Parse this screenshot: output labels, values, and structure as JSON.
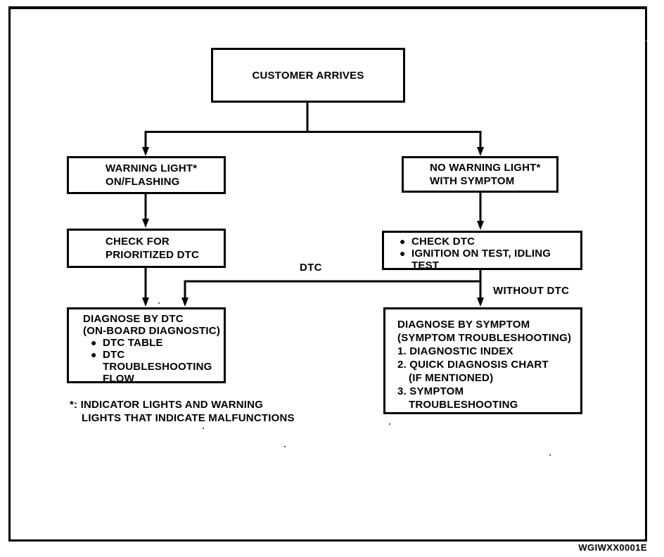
{
  "colors": {
    "ink": "#000000",
    "paper": "#ffffff"
  },
  "bullet_glyph": "●",
  "figure_code": "WGIWXX0001E",
  "edge_labels": {
    "dtc": "DTC",
    "without_dtc": "WITHOUT DTC"
  },
  "footnote": {
    "line1": "*: INDICATOR LIGHTS AND WARNING",
    "line2": "LIGHTS THAT INDICATE MALFUNCTIONS"
  },
  "nodes": {
    "customer_arrives": {
      "title": "CUSTOMER ARRIVES"
    },
    "warning_light": {
      "line1": "WARNING LIGHT*",
      "line2": "ON/FLASHING"
    },
    "no_warning_light": {
      "line1": "NO WARNING LIGHT*",
      "line2": "WITH SYMPTOM"
    },
    "check_prioritized_dtc": {
      "line1": "CHECK FOR",
      "line2": "PRIORITIZED DTC"
    },
    "check_dtc_tests": {
      "bullet1": "CHECK DTC",
      "bullet2_line1": "IGNITION ON TEST, IDLING",
      "bullet2_line2": "TEST"
    },
    "diagnose_by_dtc": {
      "line1": "DIAGNOSE BY DTC",
      "line2": "(ON-BOARD DIAGNOSTIC)",
      "bullet1": "DTC TABLE",
      "bullet2_line1": "DTC",
      "bullet2_line2": "TROUBLESHOOTING",
      "bullet2_line3": "FLOW"
    },
    "diagnose_by_symptom": {
      "line1": "DIAGNOSE BY SYMPTOM",
      "line2": "(SYMPTOM TROUBLESHOOTING)",
      "item1": "1. DIAGNOSTIC INDEX",
      "item2_line1": "2. QUICK DIAGNOSIS CHART",
      "item2_line2": "(IF MENTIONED)",
      "item3_line1": "3. SYMPTOM",
      "item3_line2": "TROUBLESHOOTING"
    }
  }
}
